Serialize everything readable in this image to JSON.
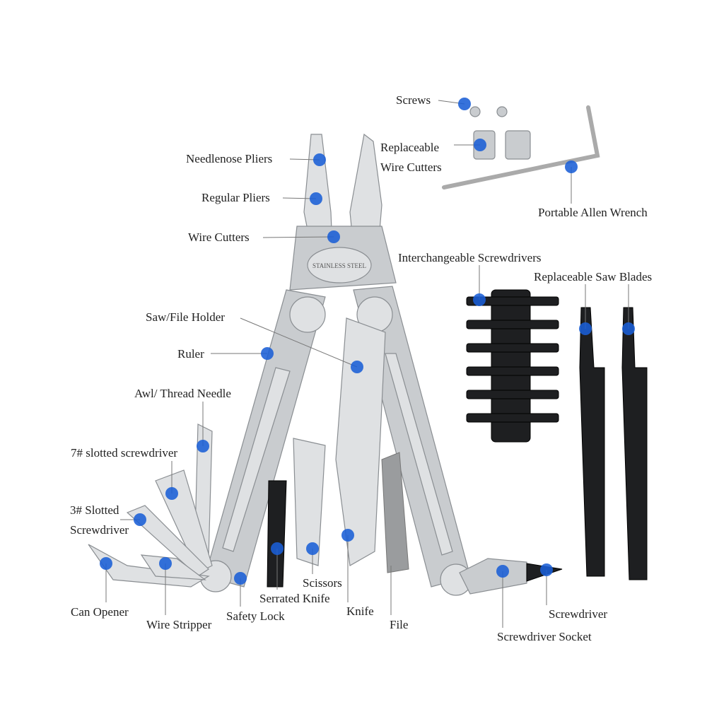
{
  "labels": {
    "screws": "Screws",
    "replaceable_wire_cutters_1": "Replaceable",
    "replaceable_wire_cutters_2": "Wire Cutters",
    "needlenose_pliers": "Needlenose Pliers",
    "regular_pliers": "Regular Pliers",
    "wire_cutters": "Wire Cutters",
    "portable_allen_wrench": "Portable Allen Wrench",
    "interchangeable_screwdrivers": "Interchangeable Screwdrivers",
    "replaceable_saw_blades": "Replaceable Saw Blades",
    "saw_file_holder": "Saw/File Holder",
    "ruler": "Ruler",
    "awl_thread_needle": "Awl/ Thread Needle",
    "slotted_7": "7# slotted screwdriver",
    "slotted_3_1": "3# Slotted",
    "slotted_3_2": "Screwdriver",
    "can_opener": "Can Opener",
    "wire_stripper": "Wire Stripper",
    "safety_lock": "Safety Lock",
    "serrated_knife": "Serrated Knife",
    "scissors": "Scissors",
    "knife": "Knife",
    "file": "File",
    "screwdriver_socket": "Screwdriver Socket",
    "screwdriver": "Screwdriver"
  },
  "engraving": "STAINLESS STEEL",
  "colors": {
    "marker": "#1a5fd6",
    "steel": "#c9cccf",
    "dark": "#1e1f21"
  }
}
